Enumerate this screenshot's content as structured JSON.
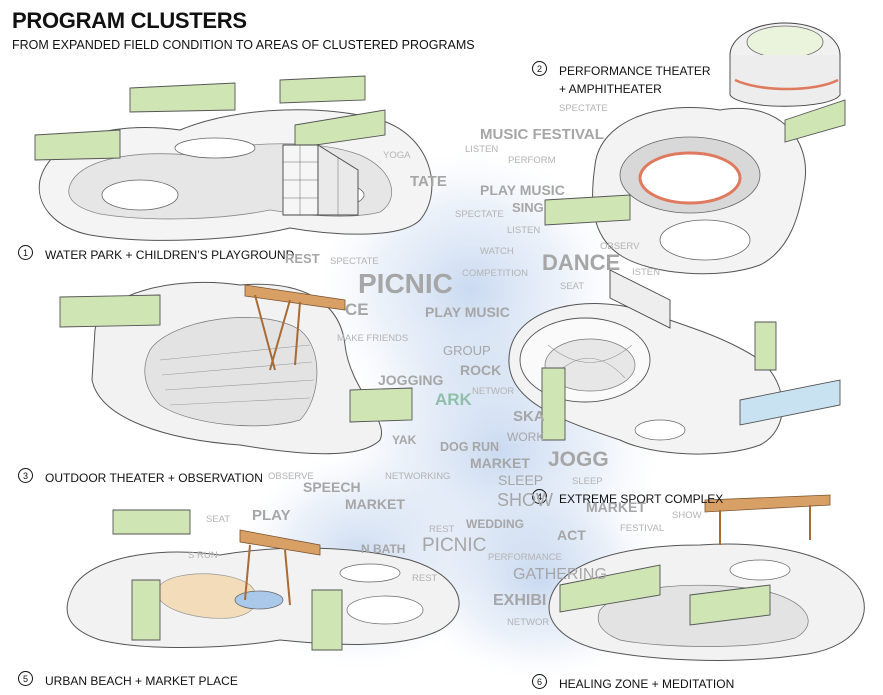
{
  "title": "PROGRAM CLUSTERS",
  "subtitle": "FROM EXPANDED FIELD CONDITION TO AREAS OF CLUSTERED PROGRAMS",
  "clusters": [
    {
      "num": "1",
      "label": "WATER PARK + CHILDREN’S PLAYGROUND"
    },
    {
      "num": "2",
      "label": "PERFORMANCE THEATER",
      "label2": "+ AMPHITHEATER"
    },
    {
      "num": "3",
      "label": "OUTDOOR THEATER + OBSERVATION"
    },
    {
      "num": "4",
      "label": "EXTREME SPORT COMPLEX"
    },
    {
      "num": "5",
      "label": "URBAN BEACH + MARKET PLACE"
    },
    {
      "num": "6",
      "label": "HEALING ZONE +  MEDITATION"
    }
  ],
  "program_words": {
    "bold": [
      "MUSIC FESTIVAL",
      "PLAY MUSIC",
      "SING",
      "TATE",
      "DANCE",
      "PICNIC",
      "PLAY MUSIC",
      "CE",
      "JOGGING",
      "ROCK",
      "ARK",
      "SKA",
      "JOGG",
      "MARKET",
      "DOG RUN",
      "SPEECH",
      "MARKET",
      "PLAY",
      "MARKET",
      "ACT",
      "EXHIBI",
      "GATHERING",
      "SHOW",
      "PICNIC",
      "SLEEP",
      "WORK",
      "GROUP",
      "N BATH",
      "REST",
      "WEDDING",
      "YAK"
    ],
    "small": [
      "YOGA",
      "LISTEN",
      "PERFORM",
      "SPECTATE",
      "LISTEN",
      "WATCH",
      "COMPETITION",
      "SEAT",
      "SPECTATE",
      "MAKE FRIENDS",
      "NETWOR",
      "OBSERV",
      "ISTEN",
      "NETWORKING",
      "OBSERVE",
      "SEAT",
      "REST",
      "S RUN",
      "SLEEP",
      "FESTIVAL",
      "SHOW",
      "PERFORMANCE",
      "REST",
      "NETWOR",
      "SPECTATE"
    ]
  },
  "colors": {
    "building_green": "#cfe5b4",
    "building_blue": "#c9e2f2",
    "wood": "#d9a066",
    "haze_blue": "#bcd2ec",
    "sand": "#f3dcba",
    "water": "#a9c8ea",
    "seat_red": "#e07a5f"
  }
}
